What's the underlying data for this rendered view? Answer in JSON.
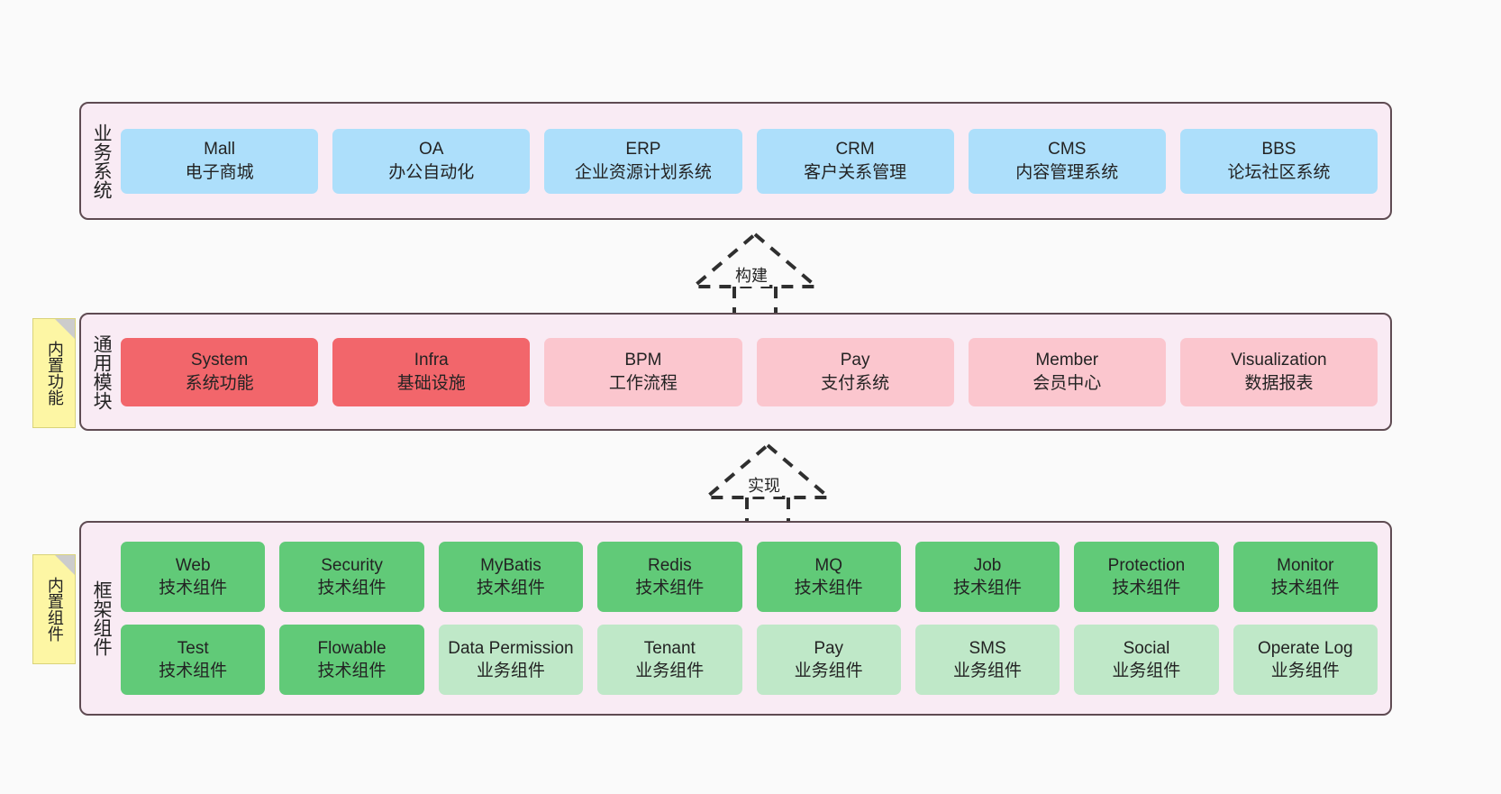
{
  "diagram": {
    "background_color": "#fafafa",
    "layer_fill": "#f9ebf4",
    "layer_border": "#5f4b52",
    "note_fill": "#fdf6a4",
    "note_fold": "#cccccc"
  },
  "layers": [
    {
      "id": "business",
      "title": "业务系统",
      "rows": [
        {
          "cards": [
            {
              "name": "Mall",
              "sub": "电子商城",
              "color": "#addffb",
              "style": "c-blue"
            },
            {
              "name": "OA",
              "sub": "办公自动化",
              "color": "#addffb",
              "style": "c-blue"
            },
            {
              "name": "ERP",
              "sub": "企业资源计划系统",
              "color": "#addffb",
              "style": "c-blue"
            },
            {
              "name": "CRM",
              "sub": "客户关系管理",
              "color": "#addffb",
              "style": "c-blue"
            },
            {
              "name": "CMS",
              "sub": "内容管理系统",
              "color": "#addffb",
              "style": "c-blue"
            },
            {
              "name": "BBS",
              "sub": "论坛社区系统",
              "color": "#addffb",
              "style": "c-blue"
            }
          ]
        }
      ]
    },
    {
      "id": "common",
      "title": "通用模块",
      "note": "内置功能",
      "rows": [
        {
          "cards": [
            {
              "name": "System",
              "sub": "系统功能",
              "color": "#f2666b",
              "style": "c-red"
            },
            {
              "name": "Infra",
              "sub": "基础设施",
              "color": "#f2666b",
              "style": "c-red"
            },
            {
              "name": "BPM",
              "sub": "工作流程",
              "color": "#fbc6ce",
              "style": "c-pink"
            },
            {
              "name": "Pay",
              "sub": "支付系统",
              "color": "#fbc6ce",
              "style": "c-pink"
            },
            {
              "name": "Member",
              "sub": "会员中心",
              "color": "#fbc6ce",
              "style": "c-pink"
            },
            {
              "name": "Visualization",
              "sub": "数据报表",
              "color": "#fbc6ce",
              "style": "c-pink"
            }
          ]
        }
      ]
    },
    {
      "id": "framework",
      "title": "框架组件",
      "note": "内置组件",
      "rows": [
        {
          "cards": [
            {
              "name": "Web",
              "sub": "技术组件",
              "color": "#61ca78",
              "style": "c-green"
            },
            {
              "name": "Security",
              "sub": "技术组件",
              "color": "#61ca78",
              "style": "c-green"
            },
            {
              "name": "MyBatis",
              "sub": "技术组件",
              "color": "#61ca78",
              "style": "c-green"
            },
            {
              "name": "Redis",
              "sub": "技术组件",
              "color": "#61ca78",
              "style": "c-green"
            },
            {
              "name": "MQ",
              "sub": "技术组件",
              "color": "#61ca78",
              "style": "c-green"
            },
            {
              "name": "Job",
              "sub": "技术组件",
              "color": "#61ca78",
              "style": "c-green"
            },
            {
              "name": "Protection",
              "sub": "技术组件",
              "color": "#61ca78",
              "style": "c-green"
            },
            {
              "name": "Monitor",
              "sub": "技术组件",
              "color": "#61ca78",
              "style": "c-green"
            }
          ]
        },
        {
          "cards": [
            {
              "name": "Test",
              "sub": "技术组件",
              "color": "#61ca78",
              "style": "c-green"
            },
            {
              "name": "Flowable",
              "sub": "技术组件",
              "color": "#61ca78",
              "style": "c-green"
            },
            {
              "name": "Data Permission",
              "sub": "业务组件",
              "color": "#bfe8c8",
              "style": "c-lightgreen"
            },
            {
              "name": "Tenant",
              "sub": "业务组件",
              "color": "#bfe8c8",
              "style": "c-lightgreen"
            },
            {
              "name": "Pay",
              "sub": "业务组件",
              "color": "#bfe8c8",
              "style": "c-lightgreen"
            },
            {
              "name": "SMS",
              "sub": "业务组件",
              "color": "#bfe8c8",
              "style": "c-lightgreen"
            },
            {
              "name": "Social",
              "sub": "业务组件",
              "color": "#bfe8c8",
              "style": "c-lightgreen"
            },
            {
              "name": "Operate Log",
              "sub": "业务组件",
              "color": "#bfe8c8",
              "style": "c-lightgreen"
            }
          ]
        }
      ]
    }
  ],
  "arrows": [
    {
      "id": "build",
      "label": "构建",
      "from": "common",
      "to": "business",
      "style": "dashed-realization"
    },
    {
      "id": "realize",
      "label": "实现",
      "from": "framework",
      "to": "common",
      "style": "dashed-realization"
    }
  ]
}
